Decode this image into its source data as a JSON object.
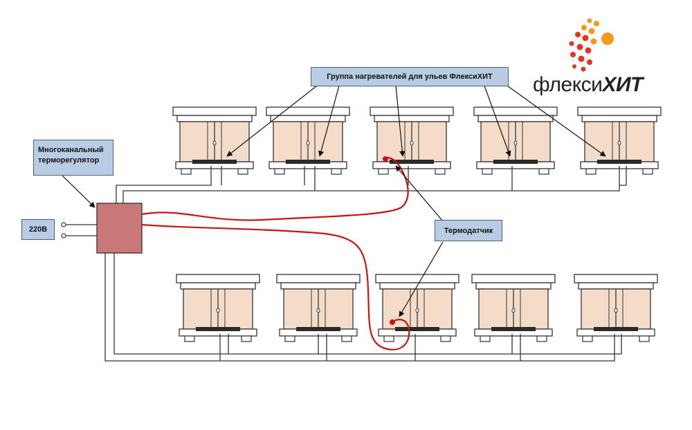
{
  "labels": {
    "heaters": "Группа нагревателей для ульев ФлексиХИТ",
    "controller_line1": "Многоканальный",
    "controller_line2": "терморегулятор",
    "power": "220В",
    "sensor": "Термодатчик"
  },
  "logo": {
    "prefix": "флекси",
    "suffix": "ХИТ",
    "colors": {
      "dots_red": "#e8321e",
      "dots_orange": "#f29a1c",
      "text": "#222222"
    }
  },
  "colors": {
    "hive_body": "#f5dcc8",
    "hive_outline": "#333333",
    "heater_plate": "#2a2a2a",
    "controller": "#c87878",
    "sensor_wire": "#cc1111",
    "label_fill": "#b8cce4"
  },
  "rows": [
    {
      "name": "top-row",
      "hive_count": 5
    },
    {
      "name": "bottom-row",
      "hive_count": 5
    }
  ]
}
